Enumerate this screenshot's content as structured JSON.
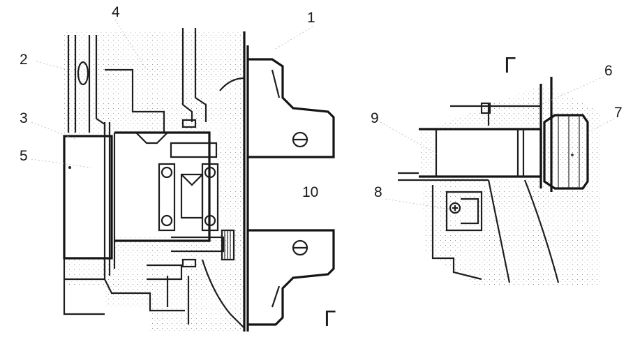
{
  "labels": {
    "l1": "1",
    "l2": "2",
    "l3": "3",
    "l4": "4",
    "l5": "5",
    "l6": "6",
    "l7": "7",
    "l8": "8",
    "l9": "9",
    "l10": "10"
  },
  "section_marks": {
    "top": "Г",
    "bottom": "Г"
  }
}
